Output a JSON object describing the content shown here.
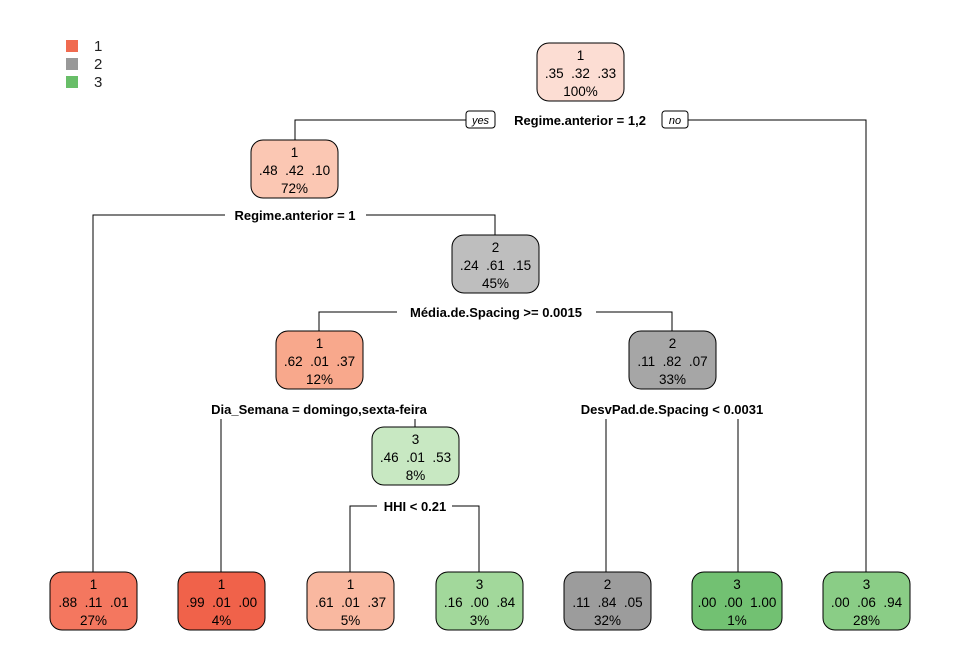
{
  "legend": {
    "items": [
      {
        "label": "1",
        "color": "#F06B50"
      },
      {
        "label": "2",
        "color": "#999999"
      },
      {
        "label": "3",
        "color": "#68BE68"
      }
    ]
  },
  "tree": {
    "nodes": [
      {
        "id": "n1",
        "class": "1",
        "probs": ".35  .32  .33",
        "pct": "100%",
        "fill": "#FCDDD3"
      },
      {
        "id": "n2",
        "class": "1",
        "probs": ".48  .42  .10",
        "pct": "72%",
        "fill": "#FBC7B3"
      },
      {
        "id": "n3",
        "class": "2",
        "probs": ".24  .61  .15",
        "pct": "45%",
        "fill": "#BEBEBE"
      },
      {
        "id": "n4",
        "class": "1",
        "probs": ".62  .01  .37",
        "pct": "12%",
        "fill": "#F8A88C"
      },
      {
        "id": "n5",
        "class": "2",
        "probs": ".11  .82  .07",
        "pct": "33%",
        "fill": "#A6A6A6"
      },
      {
        "id": "n6",
        "class": "3",
        "probs": ".46  .01  .53",
        "pct": "8%",
        "fill": "#C8E8C2"
      },
      {
        "id": "l1",
        "class": "1",
        "probs": ".88  .11  .01",
        "pct": "27%",
        "fill": "#F4775F"
      },
      {
        "id": "l2",
        "class": "1",
        "probs": ".99  .01  .00",
        "pct": "4%",
        "fill": "#F0624A"
      },
      {
        "id": "l3",
        "class": "1",
        "probs": ".61  .01  .37",
        "pct": "5%",
        "fill": "#F9B8A0"
      },
      {
        "id": "l4",
        "class": "3",
        "probs": ".16  .00  .84",
        "pct": "3%",
        "fill": "#A2D89B"
      },
      {
        "id": "l5",
        "class": "2",
        "probs": ".11  .84  .05",
        "pct": "32%",
        "fill": "#9C9C9C"
      },
      {
        "id": "l6",
        "class": "3",
        "probs": ".00  .00  1.00",
        "pct": "1%",
        "fill": "#72C172"
      },
      {
        "id": "l7",
        "class": "3",
        "probs": ".00  .06  .94",
        "pct": "28%",
        "fill": "#8ACD86"
      }
    ],
    "splits": [
      {
        "id": "s1",
        "label": "Regime.anterior = 1,2"
      },
      {
        "id": "s2",
        "label": "Regime.anterior = 1"
      },
      {
        "id": "s3",
        "label": "Média.de.Spacing >= 0.0015"
      },
      {
        "id": "s4",
        "label": "Dia_Semana = domingo,sexta-feira"
      },
      {
        "id": "s5",
        "label": "DesvPad.de.Spacing < 0.0031"
      },
      {
        "id": "s6",
        "label": "HHI < 0.21"
      }
    ],
    "yes_label": "yes",
    "no_label": "no"
  }
}
